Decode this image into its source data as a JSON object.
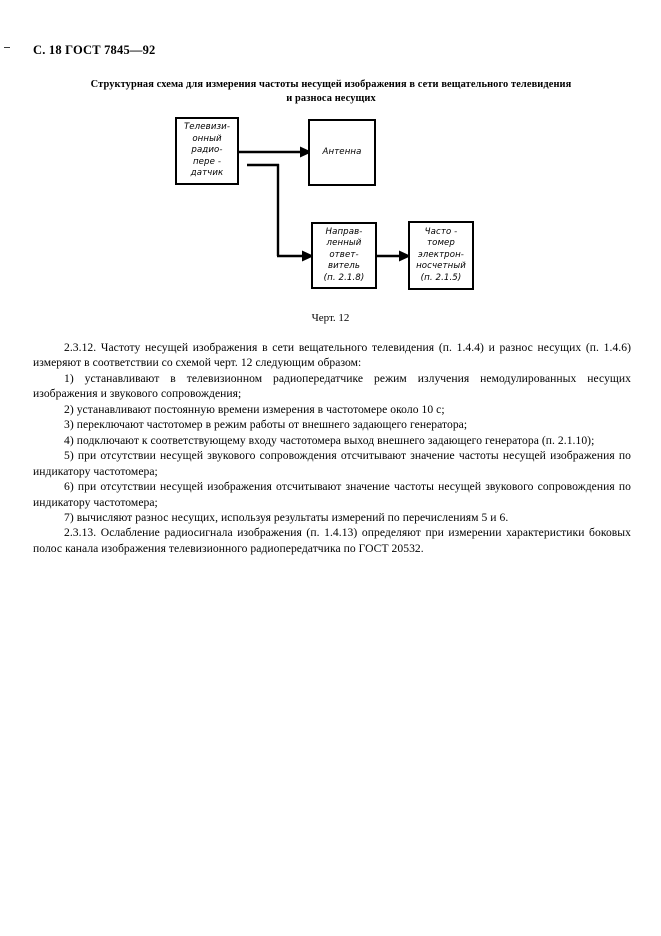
{
  "page": {
    "running_head": "С. 18 ГОСТ 7845—92",
    "figure_caption": "Черт. 12"
  },
  "figure": {
    "title_line1": "Структурная схема для измерения частоты несущей изображения в сети вещательного телевидения",
    "title_line2": "и разноса несущих",
    "boxes": {
      "transmitter": {
        "l1": "Телевизи-",
        "l2": "онный",
        "l3": "радио-",
        "l4": "пере -",
        "l5": "датчик"
      },
      "antenna": {
        "l1": "Антенна"
      },
      "coupler": {
        "l1": "Направ-",
        "l2": "ленный",
        "l3": "ответ-",
        "l4": "витель",
        "l5": "(п. 2.1.8)"
      },
      "frequency_meter": {
        "l1": "Часто -",
        "l2": "томер",
        "l3": "электрон-",
        "l4": "носчетный",
        "l5": "(п. 2.1.5)"
      }
    }
  },
  "body": {
    "p_2_3_12": "2.3.12. Частоту несущей изображения в сети вещательного телевидения (п. 1.4.4) и разнос несущих (п. 1.4.6) измеряют в соответствии со схемой черт. 12 следующим образом:",
    "item_1": "1) устанавливают в телевизионном радиопередатчике режим излучения немодулированных несущих изображения и звукового сопровождения;",
    "item_2": "2) устанавливают постоянную времени измерения в частотомере около 10 с;",
    "item_3": "3) переключают частотомер в режим работы от внешнего задающего генератора;",
    "item_4": "4) подключают к соответствующему входу частотомера выход внешнего задающего генератора (п. 2.1.10);",
    "item_5": "5) при отсутствии несущей звукового сопровождения отсчитывают значение частоты несущей изображения по индикатору частотомера;",
    "item_6": "6) при отсутствии несущей изображения отсчитывают значение частоты несущей звукового сопровождения по индикатору частотомера;",
    "item_7": "7) вычисляют разнос несущих, используя результаты измерений по перечислениям 5 и 6.",
    "p_2_3_13": "2.3.13. Ослабление радиосигнала изображения (п. 1.4.13) определяют при измерении характеристики боковых полос канала изображения телевизионного радиопередатчика по ГОСТ  20532."
  }
}
